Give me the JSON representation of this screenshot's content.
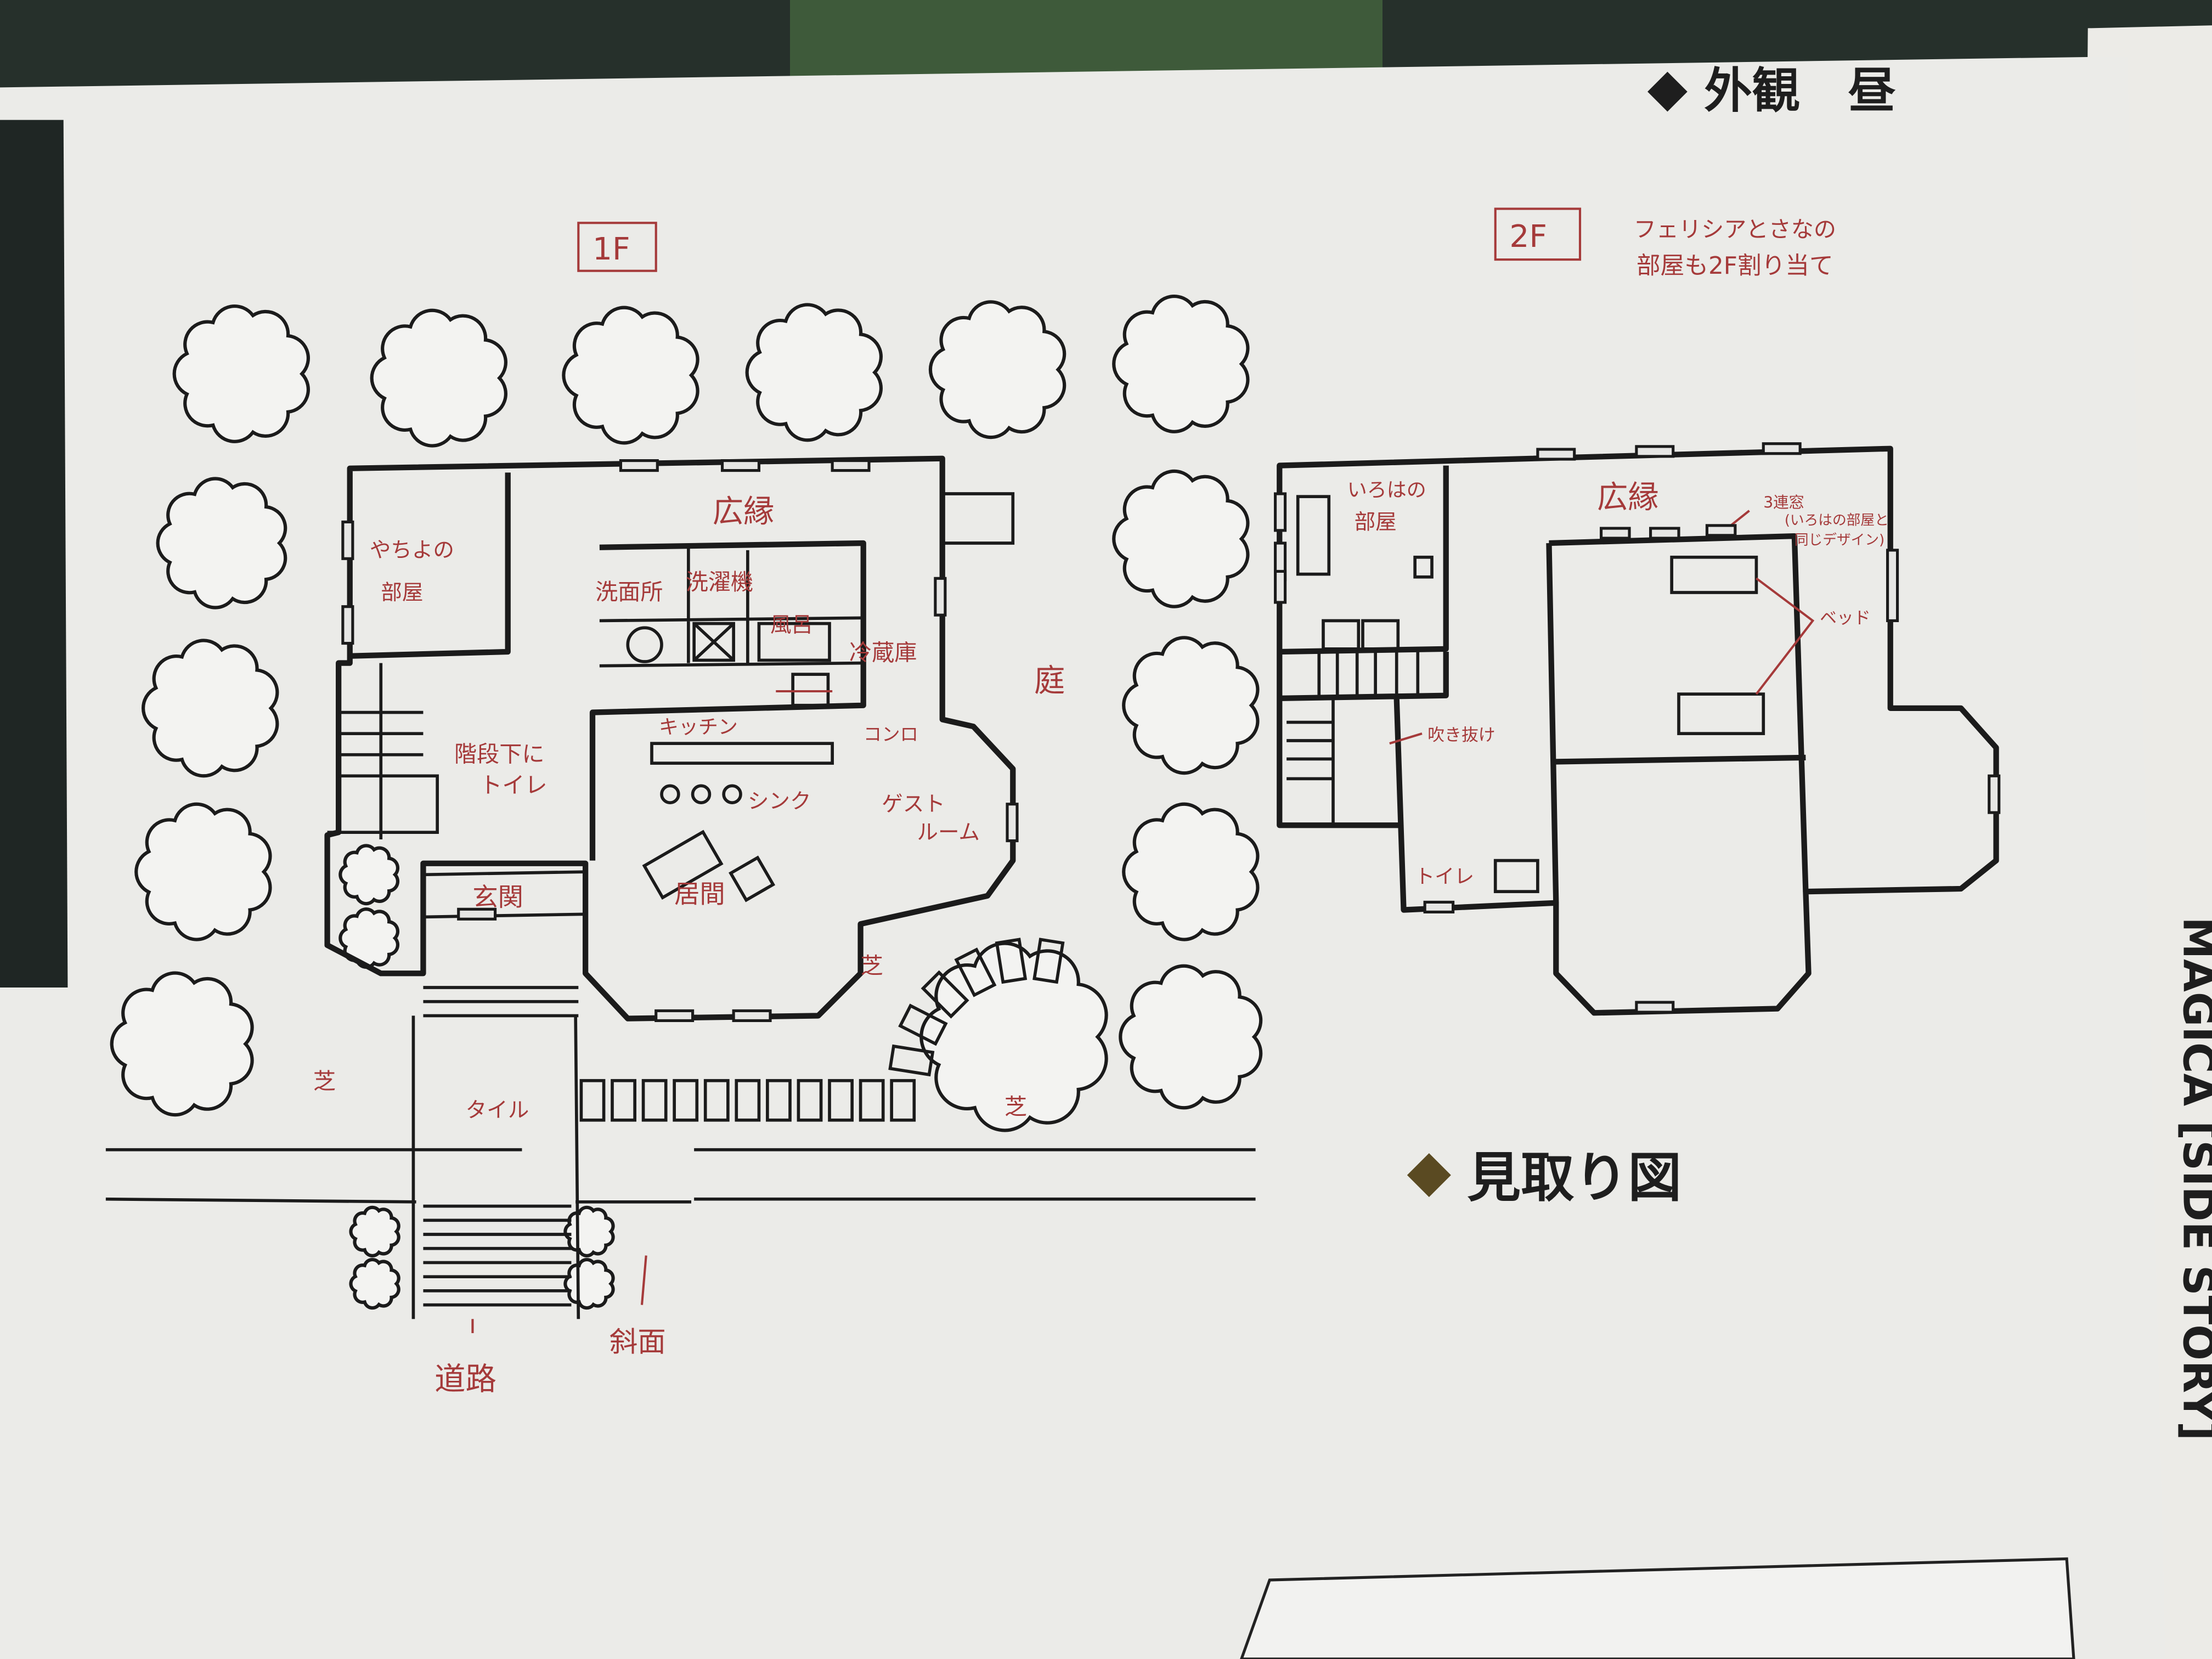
{
  "header": {
    "exterior_day": "外観　昼",
    "floor_plan_title": "見取り図"
  },
  "side_card": {
    "series_text": "MAGICA [SIDE STORY]"
  },
  "floor1": {
    "label": "1F",
    "rooms": {
      "veranda": "広縁",
      "yachiyo_room": [
        "やちよの",
        "部屋"
      ],
      "washroom": "洗面所",
      "washing_machine": "洗濯機",
      "bath": "風呂",
      "fridge": "冷蔵庫",
      "garden": "庭",
      "toilet_under_stairs": [
        "階段下に",
        "トイレ"
      ],
      "kitchen": "キッチン",
      "stove": "コンロ",
      "sink": "シンク",
      "guest_room": [
        "ゲスト",
        "ルーム"
      ],
      "living": "居間",
      "entrance": "玄関",
      "lawn": "芝",
      "tile": "タイル",
      "road": "道路",
      "slope": "斜面"
    }
  },
  "floor2": {
    "label": "2F",
    "note": [
      "フェリシアとさなの",
      "部屋も2F割り当て"
    ],
    "rooms": {
      "iroha_room": [
        "いろはの",
        "部屋"
      ],
      "veranda": "広縁",
      "triple_window": [
        "3連窓",
        "(いろはの部屋と",
        "同じデザイン)"
      ],
      "bed": "ベッド",
      "atrium": "吹き抜け",
      "toilet": "トイレ"
    }
  },
  "colors": {
    "paper": "#ebebe8",
    "ink": "#1b1b1b",
    "pen": "#a53a3a",
    "gold": "#6b5526"
  }
}
